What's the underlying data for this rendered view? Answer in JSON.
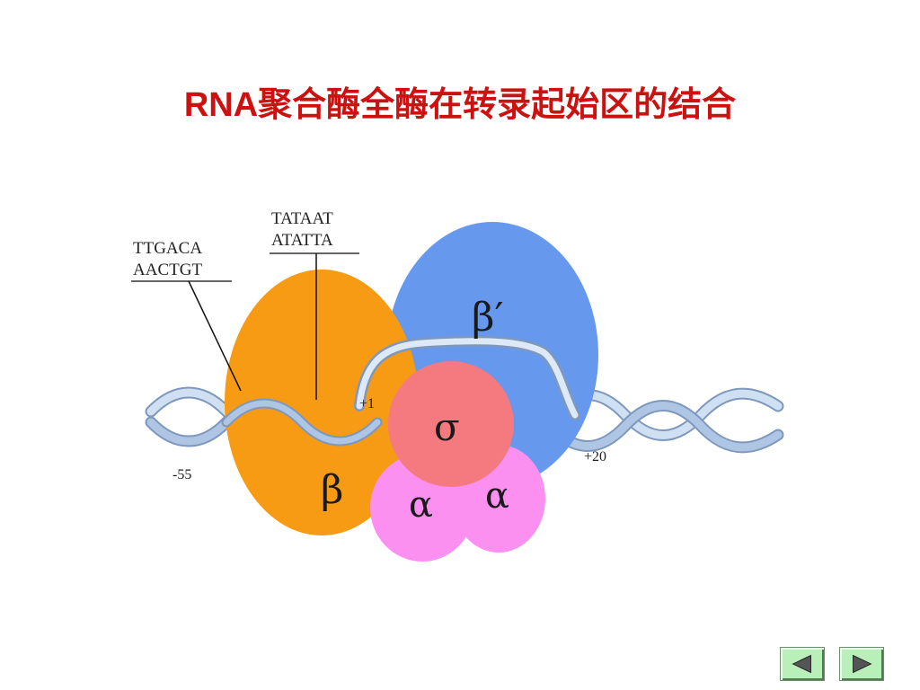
{
  "title": "RNA聚合酶全酶在转录起始区的结合",
  "colors": {
    "title": "#cc1111",
    "beta_subunit": "#f79a14",
    "beta_prime_subunit": "#6698ee",
    "sigma_subunit": "#f47a80",
    "alpha_subunit": "#fb90f1",
    "dna_strand": "#aec6e4",
    "nav_button": "#b9efb9"
  },
  "diagram": {
    "sequence_35": {
      "top": "TTGACA",
      "bottom": "AACTGT"
    },
    "sequence_10": {
      "top": "TATAAT",
      "bottom": "ATATTA"
    },
    "positions": {
      "upstream": "-55",
      "start": "+1",
      "downstream": "+20"
    },
    "subunits": {
      "beta": "β",
      "beta_prime": "β′",
      "sigma": "σ",
      "alpha_1": "α",
      "alpha_2": "α"
    }
  },
  "nav": {
    "prev_icon": "triangle-left-icon",
    "next_icon": "triangle-right-icon"
  }
}
